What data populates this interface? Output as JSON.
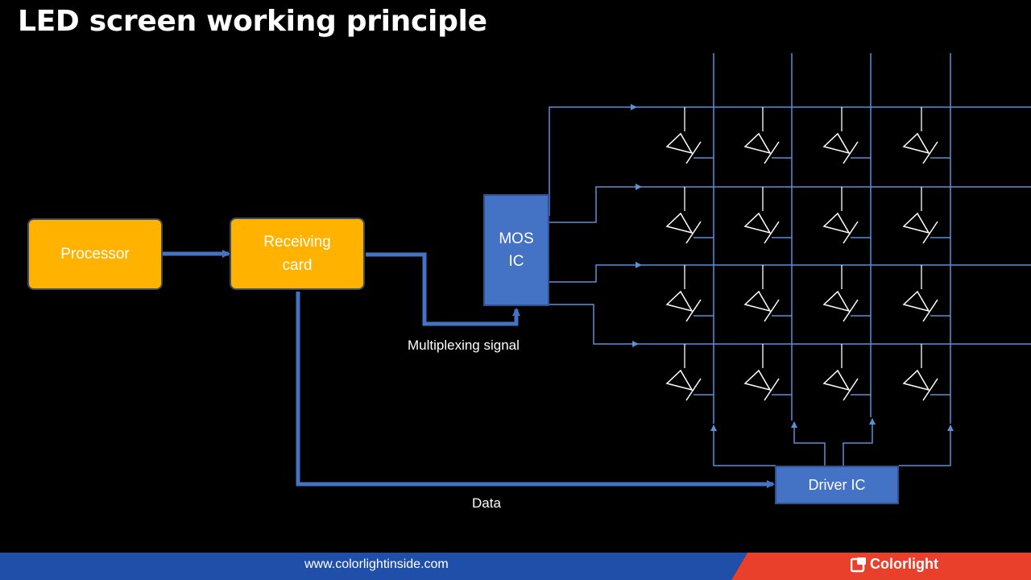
{
  "slide": {
    "title": "LED screen working principle"
  },
  "diagram": {
    "processor": "Processor",
    "receiving_card_line1": "Receiving",
    "receiving_card_line2": "card",
    "mos_ic_line1": "MOS",
    "mos_ic_line2": "IC",
    "driver_ic": "Driver IC",
    "multiplexing_label": "Multiplexing signal",
    "data_label": "Data",
    "led_rows": 4,
    "led_cols": 4,
    "colors": {
      "block_yellow": "#ffb300",
      "block_blue": "#4472c4",
      "wire_blue": "#5b8fd6",
      "led_white": "#ffffff"
    }
  },
  "footer": {
    "url": "www.colorlightinside.com",
    "brand": "Colorlight",
    "colors": {
      "left_bar": "#1f4fa8",
      "right_bar": "#e8402a"
    }
  }
}
